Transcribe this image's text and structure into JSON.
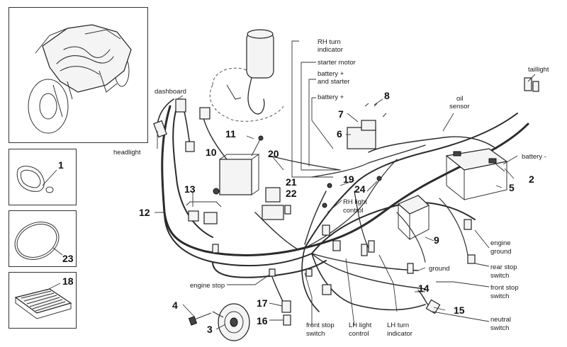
{
  "labels": {
    "dashboard": "dashboard",
    "headlight": "headlight",
    "rh_turn_1": "RH turn",
    "rh_turn_2": "indicator",
    "starter_motor": "starter motor",
    "battery_plus_starter_1": "battery +",
    "battery_plus_starter_2": "and starter",
    "battery_plus": "battery +",
    "oil_sensor_1": "oil",
    "oil_sensor_2": "sensor",
    "taillight": "taillight",
    "battery_minus": "battery -",
    "rh_light_1": "RH light",
    "rh_light_2": "control",
    "engine_ground_1": "engine",
    "engine_ground_2": "ground",
    "ground": "ground",
    "rear_stop_1": "rear stop",
    "rear_stop_2": "switch",
    "front_stop_r_1": "front stop",
    "front_stop_r_2": "switch",
    "neutral_1": "neutral",
    "neutral_2": "switch",
    "engine_stop": "engine stop",
    "front_stop_b_1": "front stop",
    "front_stop_b_2": "switch",
    "lh_light_1": "LH light",
    "lh_light_2": "control",
    "lh_turn_1": "LH turn",
    "lh_turn_2": "indicator"
  },
  "callouts": {
    "n1": "1",
    "n2": "2",
    "n3": "3",
    "n4": "4",
    "n5": "5",
    "n6": "6",
    "n7": "7",
    "n8": "8",
    "n9": "9",
    "n10": "10",
    "n11": "11",
    "n12": "12",
    "n13": "13",
    "n14": "14",
    "n15": "15",
    "n16": "16",
    "n17": "17",
    "n18": "18",
    "n19": "19",
    "n20": "20",
    "n21": "21",
    "n22": "22",
    "n23": "23",
    "n24": "24"
  }
}
